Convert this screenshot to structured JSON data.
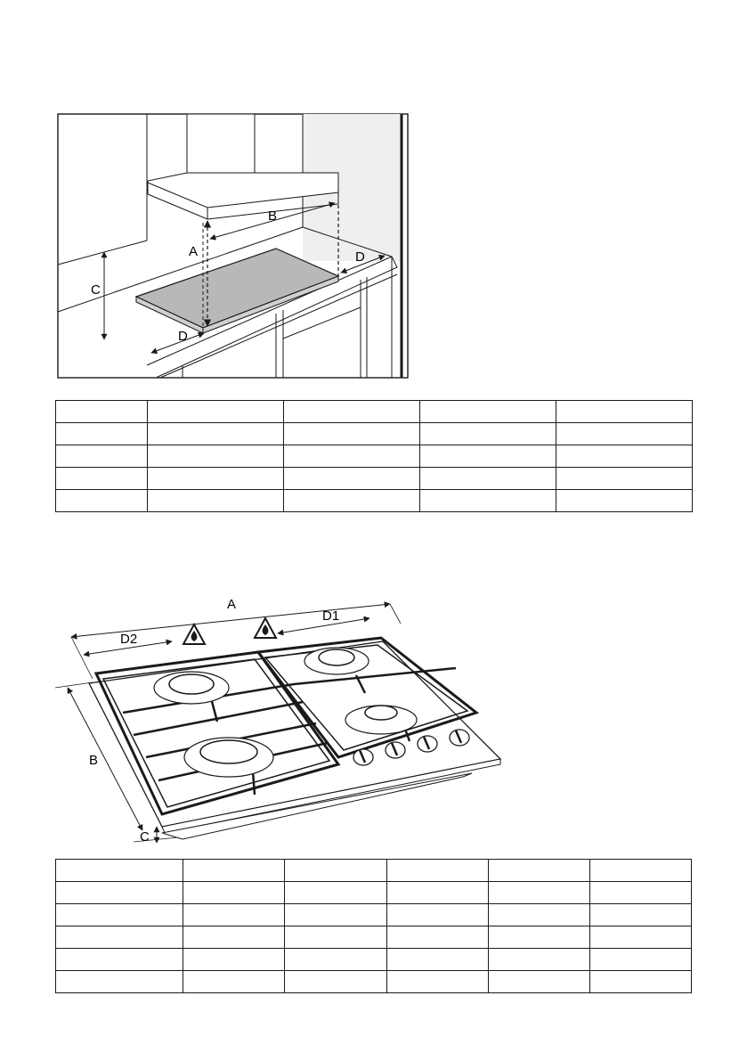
{
  "figure1": {
    "labels": {
      "a": "A",
      "b": "B",
      "c": "C",
      "d_front": "D",
      "d_right": "D"
    }
  },
  "table1": {
    "rows": 5,
    "cols": 5
  },
  "figure2": {
    "labels": {
      "a": "A",
      "b": "B",
      "c": "C",
      "d1": "D1",
      "d2": "D2"
    },
    "icons": [
      "gas-flame-warning-icon",
      "gas-flame-warning-icon"
    ]
  },
  "table2": {
    "rows": 6,
    "cols": 6
  },
  "colors": {
    "line": "#1a1a1a",
    "hob_fill": "#b8b8b8",
    "wall_shade": "#efefef"
  }
}
